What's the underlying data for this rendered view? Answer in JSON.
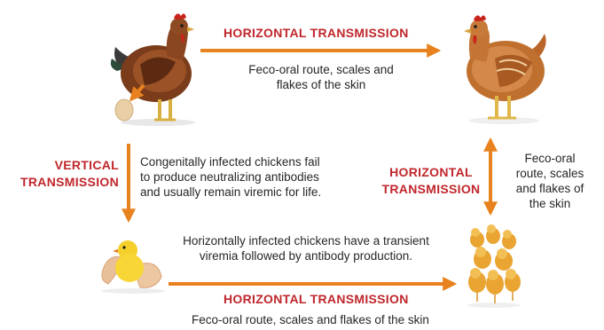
{
  "top_arrow": {
    "label": "HORIZONTAL TRANSMISSION",
    "description_line1": "Feco-oral route, scales and",
    "description_line2": "flakes of the skin"
  },
  "left_arrow": {
    "label_line1": "VERTICAL",
    "label_line2": "TRANSMISSION",
    "description_line1": "Congenitally infected chickens fail",
    "description_line2": "to produce neutralizing antibodies",
    "description_line3": "and usually remain viremic for life."
  },
  "right_arrow": {
    "label_line1": "HORIZONTAL",
    "label_line2": "TRANSMISSION",
    "description_line1": "Feco-oral",
    "description_line2": "route, scales",
    "description_line3": "and flakes of",
    "description_line4": "the skin"
  },
  "middle_note": {
    "line1": "Horizontally infected chickens have a transient",
    "line2": "viremia followed by antibody production."
  },
  "bottom_arrow": {
    "label": "HORIZONTAL TRANSMISSION",
    "description": "Feco-oral route, scales and flakes of the skin"
  },
  "colors": {
    "arrow": "#e8821e",
    "label_red": "#c0262b",
    "text": "#262626"
  }
}
